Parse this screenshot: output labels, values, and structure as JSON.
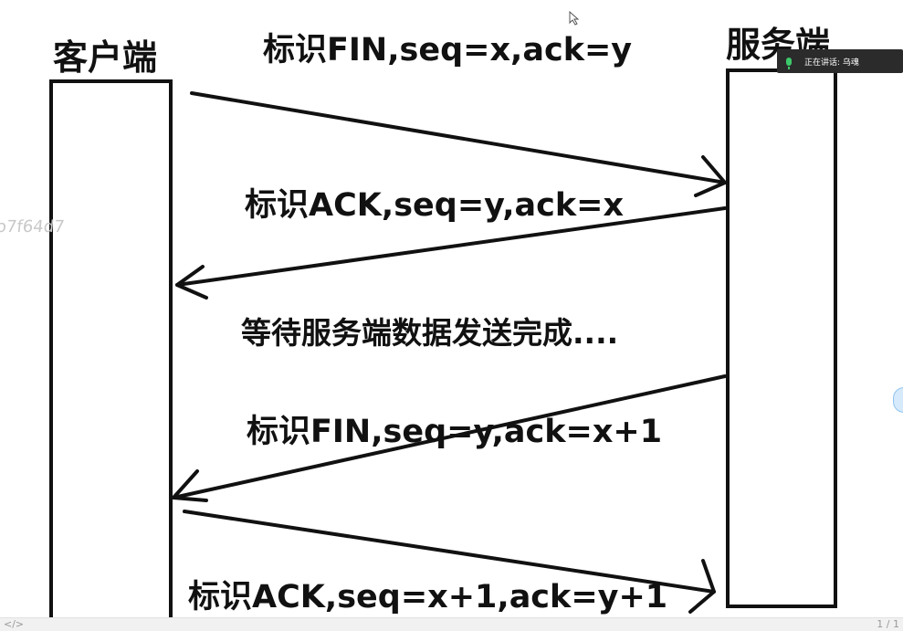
{
  "diagram": {
    "client_label": "客户端",
    "server_label": "服务端",
    "messages": [
      {
        "label": "标识FIN,seq=x,ack=y",
        "direction": "client-to-server"
      },
      {
        "label": "标识ACK,seq=y,ack=x",
        "direction": "server-to-client"
      },
      {
        "label": "标识FIN,seq=y,ack=x+1",
        "direction": "server-to-client"
      },
      {
        "label": "标识ACK,seq=x+1,ack=y+1",
        "direction": "client-to-server"
      }
    ],
    "wait_text": "等待服务端数据发送完成...."
  },
  "overlay": {
    "speaking_text": "正在讲话: 乌魂",
    "watermark": "o7f64d7",
    "page_indicator": "1 / 1",
    "code_icon": "</>"
  },
  "icons": {
    "mic": "mic-icon",
    "cursor": "cursor-icon"
  },
  "colors": {
    "line": "#111111",
    "speaking_bg": "#2b2b2b",
    "mic": "#3cc96b"
  }
}
